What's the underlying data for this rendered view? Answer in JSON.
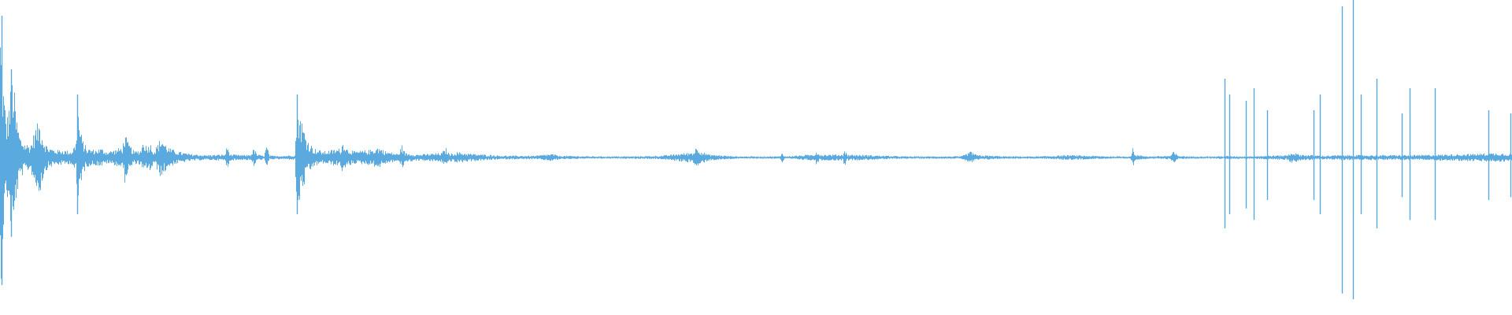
{
  "waveform": {
    "color": "#5aaae0",
    "background": "#ffffff",
    "envelope": [
      [
        0,
        0.45
      ],
      [
        2,
        0.32
      ],
      [
        5,
        0.2
      ],
      [
        8,
        0.12
      ],
      [
        12,
        0.2
      ],
      [
        16,
        0.28
      ],
      [
        20,
        0.14
      ],
      [
        25,
        0.07
      ],
      [
        30,
        0.05
      ],
      [
        38,
        0.04
      ],
      [
        45,
        0.1
      ],
      [
        50,
        0.12
      ],
      [
        55,
        0.06
      ],
      [
        60,
        0.035
      ],
      [
        70,
        0.025
      ],
      [
        80,
        0.025
      ],
      [
        90,
        0.02
      ],
      [
        96,
        0.05
      ],
      [
        98,
        0.2
      ],
      [
        100,
        0.12
      ],
      [
        104,
        0.06
      ],
      [
        110,
        0.03
      ],
      [
        120,
        0.025
      ],
      [
        128,
        0.03
      ],
      [
        135,
        0.02
      ],
      [
        145,
        0.025
      ],
      [
        155,
        0.035
      ],
      [
        158,
        0.08
      ],
      [
        162,
        0.05
      ],
      [
        170,
        0.02
      ],
      [
        178,
        0.025
      ],
      [
        182,
        0.06
      ],
      [
        186,
        0.035
      ],
      [
        190,
        0.05
      ],
      [
        195,
        0.02
      ],
      [
        205,
        0.07
      ],
      [
        208,
        0.05
      ],
      [
        215,
        0.03
      ],
      [
        225,
        0.02
      ],
      [
        240,
        0.012
      ],
      [
        260,
        0.008
      ],
      [
        285,
        0.01
      ],
      [
        288,
        0.04
      ],
      [
        292,
        0.01
      ],
      [
        310,
        0.008
      ],
      [
        318,
        0.01
      ],
      [
        322,
        0.03
      ],
      [
        326,
        0.01
      ],
      [
        335,
        0.006
      ],
      [
        338,
        0.04
      ],
      [
        342,
        0.006
      ],
      [
        360,
        0.006
      ],
      [
        374,
        0.008
      ],
      [
        377,
        0.2
      ],
      [
        380,
        0.15
      ],
      [
        385,
        0.1
      ],
      [
        390,
        0.06
      ],
      [
        398,
        0.03
      ],
      [
        410,
        0.02
      ],
      [
        432,
        0.03
      ],
      [
        436,
        0.06
      ],
      [
        440,
        0.03
      ],
      [
        450,
        0.02
      ],
      [
        470,
        0.025
      ],
      [
        480,
        0.035
      ],
      [
        490,
        0.02
      ],
      [
        505,
        0.012
      ],
      [
        510,
        0.04
      ],
      [
        514,
        0.015
      ],
      [
        530,
        0.01
      ],
      [
        560,
        0.015
      ],
      [
        566,
        0.03
      ],
      [
        570,
        0.012
      ],
      [
        580,
        0.018
      ],
      [
        600,
        0.012
      ],
      [
        640,
        0.006
      ],
      [
        680,
        0.006
      ],
      [
        700,
        0.012
      ],
      [
        710,
        0.006
      ],
      [
        750,
        0.004
      ],
      [
        800,
        0.004
      ],
      [
        840,
        0.006
      ],
      [
        880,
        0.018
      ],
      [
        885,
        0.04
      ],
      [
        890,
        0.02
      ],
      [
        900,
        0.01
      ],
      [
        935,
        0.004
      ],
      [
        990,
        0.004
      ],
      [
        993,
        0.02
      ],
      [
        996,
        0.004
      ],
      [
        1034,
        0.01
      ],
      [
        1036,
        0.025
      ],
      [
        1040,
        0.01
      ],
      [
        1070,
        0.01
      ],
      [
        1072,
        0.03
      ],
      [
        1075,
        0.01
      ],
      [
        1150,
        0.004
      ],
      [
        1220,
        0.004
      ],
      [
        1233,
        0.02
      ],
      [
        1240,
        0.008
      ],
      [
        1280,
        0.004
      ],
      [
        1320,
        0.004
      ],
      [
        1358,
        0.008
      ],
      [
        1380,
        0.006
      ],
      [
        1410,
        0.004
      ],
      [
        1435,
        0.004
      ],
      [
        1438,
        0.03
      ],
      [
        1442,
        0.008
      ],
      [
        1460,
        0.004
      ],
      [
        1486,
        0.006
      ],
      [
        1490,
        0.02
      ],
      [
        1495,
        0.006
      ],
      [
        1510,
        0.004
      ],
      [
        1545,
        0.004
      ],
      [
        1555,
        0.005
      ],
      [
        1578,
        0.004
      ],
      [
        1634,
        0.008
      ],
      [
        1640,
        0.018
      ],
      [
        1650,
        0.01
      ],
      [
        1680,
        0.006
      ],
      [
        1700,
        0.008
      ],
      [
        1740,
        0.008
      ],
      [
        1780,
        0.008
      ],
      [
        1800,
        0.008
      ],
      [
        1830,
        0.01
      ],
      [
        1870,
        0.012
      ],
      [
        1900,
        0.015
      ],
      [
        1920,
        0.012
      ]
    ],
    "spikes": [
      [
        2,
        0.45
      ],
      [
        14,
        0.28
      ],
      [
        98,
        0.2
      ],
      [
        377,
        0.2
      ],
      [
        1555,
        0.25
      ],
      [
        1561,
        0.2
      ],
      [
        1582,
        0.18
      ],
      [
        1592,
        0.22
      ],
      [
        1609,
        0.15
      ],
      [
        1668,
        0.15
      ],
      [
        1676,
        0.2
      ],
      [
        1704,
        0.48
      ],
      [
        1718,
        0.5
      ],
      [
        1728,
        0.2
      ],
      [
        1748,
        0.25
      ],
      [
        1780,
        0.14
      ],
      [
        1790,
        0.22
      ],
      [
        1822,
        0.22
      ],
      [
        1890,
        0.15
      ],
      [
        1918,
        0.14
      ]
    ]
  }
}
